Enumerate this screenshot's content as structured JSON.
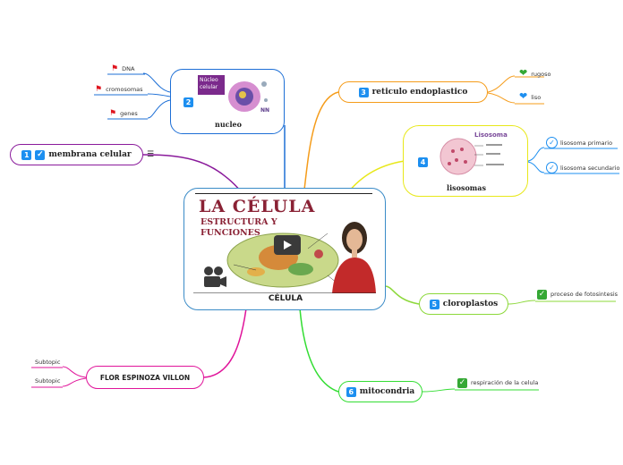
{
  "central": {
    "label": "CÉLULA",
    "title_line1": "LA CÉLULA",
    "title_line2": "ESTRUCTURA Y",
    "title_line3": "FUNCIONES"
  },
  "nodes": {
    "nucleo": {
      "number": "2",
      "label": "nucleo",
      "image_text": "Núcleo celular",
      "image_tag": "NN"
    },
    "membrana": {
      "number": "1",
      "label": "membrana celular",
      "note_icon": "☰"
    },
    "reticulo": {
      "number": "3",
      "label": "reticulo endoplastico"
    },
    "lisosomas": {
      "number": "4",
      "label": "lisosomas",
      "image_text": "Lisosoma"
    },
    "cloroplastos": {
      "number": "5",
      "label": "cloroplastos"
    },
    "mitocondria": {
      "number": "6",
      "label": "mitocondria"
    },
    "author": {
      "label": "FLOR ESPINOZA VILLON"
    }
  },
  "leaves": {
    "dna": "DNA",
    "cromosomas": "cromosomas",
    "genes": "genes",
    "rugoso": "rugoso",
    "liso": "liso",
    "lisosoma_primario": "lisosoma primario",
    "lisosoma_secundario": "lisosoma secundario",
    "fotosintesis": "proceso de fotosintesis",
    "respiracion": "respiración de la celula",
    "subtopic1": "Subtopic",
    "subtopic2": "Subtopic"
  },
  "colors": {
    "central_border": "#3a8bc7",
    "nucleo": "#1d6fd6",
    "membrana": "#8a1a9b",
    "reticulo": "#f59c1a",
    "lisosomas": "#e8e81a",
    "cloroplastos": "#8cd83a",
    "mitocondria": "#33dd33",
    "author": "#e0149a"
  },
  "icons": {
    "flag": "flag-icon",
    "heart": "heart-icon",
    "check": "check-icon",
    "play": "play-icon",
    "camera": "camera-icon"
  }
}
